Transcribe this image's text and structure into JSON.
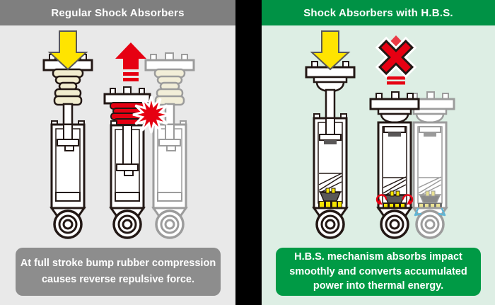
{
  "left_panel": {
    "title": "Regular Shock Absorbers",
    "caption_lines": [
      "At full stroke bump rubber compression",
      "causes reverse repulsive force."
    ]
  },
  "right_panel": {
    "title": "Shock Absorbers with H.B.S.",
    "caption_lines": [
      "H.B.S. mechanism absorbs impact",
      "smoothly and converts accumulated",
      "power into thermal energy."
    ]
  },
  "colors": {
    "left_header_bg": "#7f7f7f",
    "left_panel_bg": "#e9e9e9",
    "left_caption_bg": "#8d8d8d",
    "right_header_bg": "#009245",
    "right_panel_bg": "#ddeee4",
    "right_caption_bg": "#009a45",
    "divider": "#000000",
    "impact_arrow_yellow": "#ffe400",
    "alert_red": "#e60012",
    "bump_rubber_cream": "#f1ecce",
    "outline_dark": "#231815",
    "ghost_gray": "#9c9c9c",
    "hbs_yellow": "#f5e300",
    "heat_blue": "#5fb6d6"
  },
  "icons": {
    "impact_down_arrow": "impact-down-arrow-icon",
    "repulsion_up_arrow": "repulsion-up-arrow-icon",
    "impact_burst": "impact-burst-icon",
    "no_repulsion_cross": "no-repulsion-cross-icon",
    "heat_release_arrows": "heat-release-arrows-icon"
  }
}
